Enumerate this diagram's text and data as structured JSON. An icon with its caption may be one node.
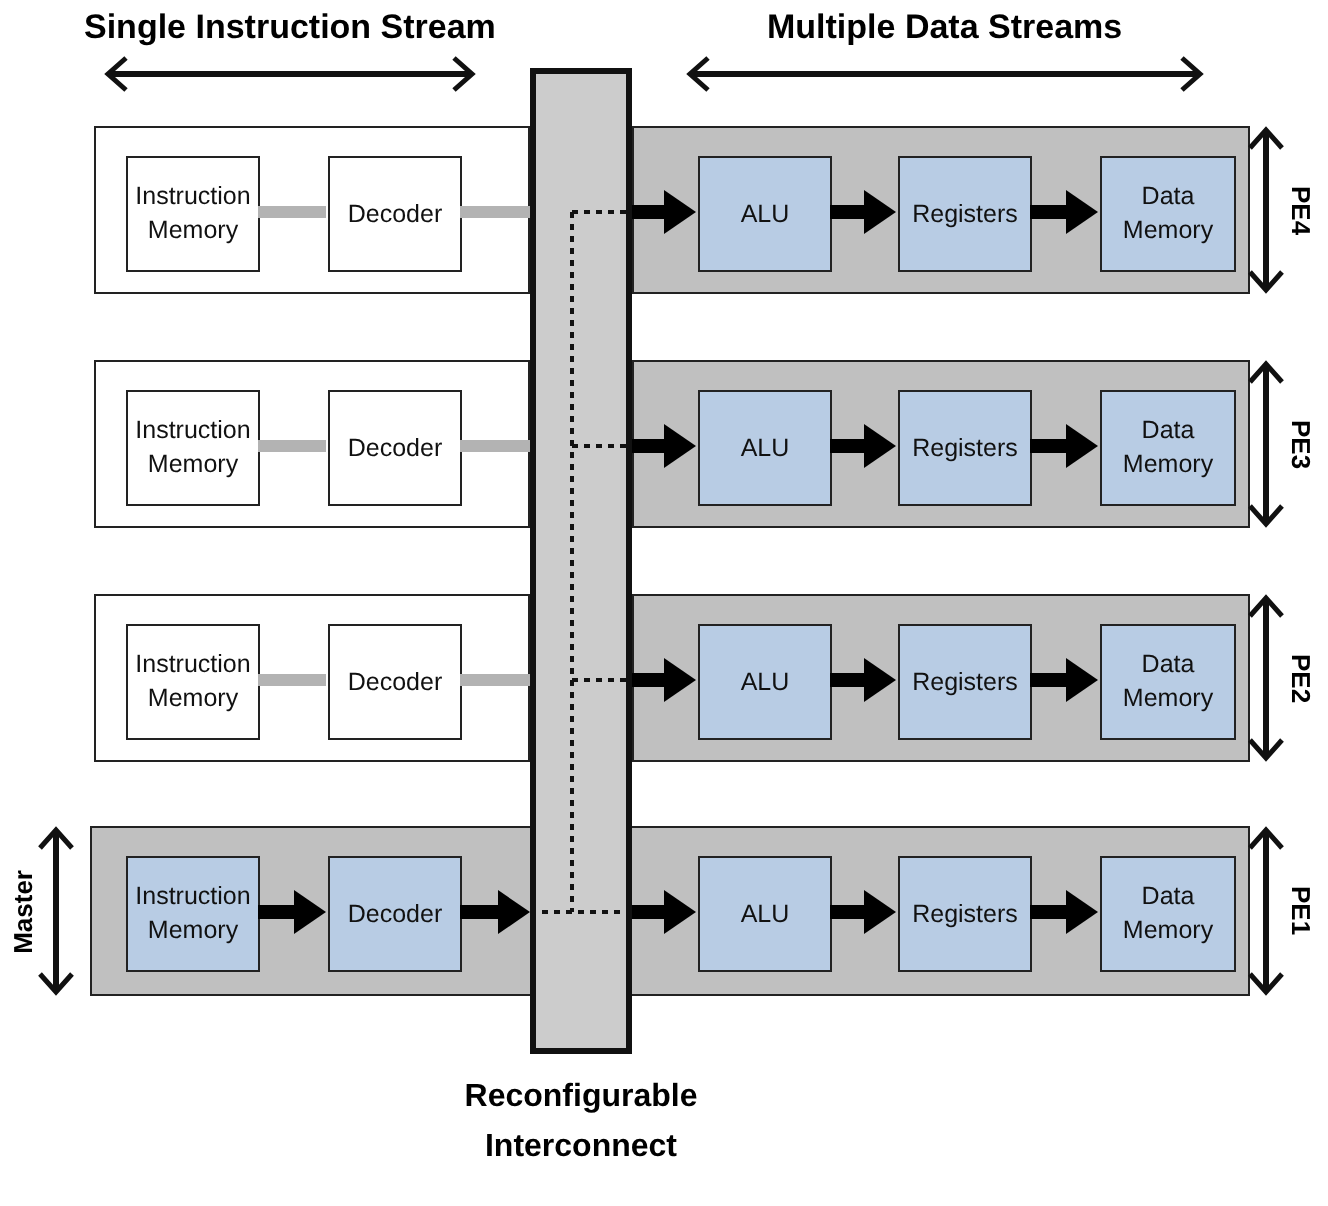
{
  "diagram": {
    "nodes": [
      {
        "text": [
          "Reconfigurable Interconnect"
        ]
      },
      {
        "text": [],
        "shape": "box"
      },
      {
        "text": [
          "Instruction Memory"
        ],
        "in": 1
      },
      {
        "text": [
          "Decoder"
        ],
        "in": 1
      },
      {
        "text": [],
        "shape": "box",
        "beside": [
          "PE4"
        ]
      },
      {
        "text": [
          "ALU"
        ],
        "in": 4
      },
      {
        "text": [
          "Registers"
        ],
        "in": 4
      },
      {
        "text": [
          "Data Memory"
        ],
        "in": 4
      },
      {
        "text": [],
        "shape": "box"
      },
      {
        "text": [
          "Instruction Memory"
        ],
        "in": 8
      },
      {
        "text": [
          "Decoder"
        ],
        "in": 8
      },
      {
        "text": [],
        "shape": "box",
        "beside": [
          "PE3"
        ]
      },
      {
        "text": [
          "ALU"
        ],
        "in": 11
      },
      {
        "text": [
          "Registers"
        ],
        "in": 11
      },
      {
        "text": [
          "Data Memory"
        ],
        "in": 11
      },
      {
        "text": [],
        "shape": "box"
      },
      {
        "text": [
          "Instruction Memory"
        ],
        "in": 15
      },
      {
        "text": [
          "Decoder"
        ],
        "in": 15
      },
      {
        "text": [],
        "shape": "box",
        "beside": [
          "PE2"
        ]
      },
      {
        "text": [
          "ALU"
        ],
        "in": 18
      },
      {
        "text": [
          "Registers"
        ],
        "in": 18
      },
      {
        "text": [
          "Data Memory"
        ],
        "in": 18
      },
      {
        "text": [],
        "shape": "box",
        "beside": [
          "Master",
          "PE1"
        ]
      },
      {
        "text": [
          "Instruction Memory"
        ],
        "in": 22
      },
      {
        "text": [
          "Decoder"
        ],
        "in": 22
      },
      {
        "text": [
          "ALU"
        ],
        "in": 22
      },
      {
        "text": [
          "Registers"
        ],
        "in": 22
      },
      {
        "text": [
          "Data Memory"
        ],
        "in": 22
      }
    ],
    "edges": [
      {
        "from": 2,
        "to": 3,
        "arrow": "none",
        "color": "#b3b3b3"
      },
      {
        "from": 3,
        "to": 0,
        "arrow": "none",
        "color": "#b3b3b3"
      },
      {
        "from": 0,
        "to": 5,
        "arrow": "to"
      },
      {
        "from": 5,
        "to": 6,
        "arrow": "to"
      },
      {
        "from": 6,
        "to": 7,
        "arrow": "to"
      },
      {
        "from": 9,
        "to": 10,
        "arrow": "none",
        "color": "#b3b3b3"
      },
      {
        "from": 10,
        "to": 0,
        "arrow": "none",
        "color": "#b3b3b3"
      },
      {
        "from": 0,
        "to": 12,
        "arrow": "to"
      },
      {
        "from": 12,
        "to": 13,
        "arrow": "to"
      },
      {
        "from": 13,
        "to": 14,
        "arrow": "to"
      },
      {
        "from": 16,
        "to": 17,
        "arrow": "none",
        "color": "#b3b3b3"
      },
      {
        "from": 17,
        "to": 0,
        "arrow": "none",
        "color": "#b3b3b3"
      },
      {
        "from": 0,
        "to": 19,
        "arrow": "to"
      },
      {
        "from": 19,
        "to": 20,
        "arrow": "to"
      },
      {
        "from": 20,
        "to": 21,
        "arrow": "to"
      },
      {
        "from": 23,
        "to": 24,
        "arrow": "to"
      },
      {
        "from": 24,
        "to": 0,
        "arrow": "to"
      },
      {
        "from": 0,
        "to": 25,
        "arrow": "to"
      },
      {
        "from": 25,
        "to": 26,
        "arrow": "to"
      },
      {
        "from": 26,
        "to": 27,
        "arrow": "to"
      }
    ],
    "labels": [
      "Single Instruction Stream",
      "Multiple Data Streams"
    ]
  }
}
